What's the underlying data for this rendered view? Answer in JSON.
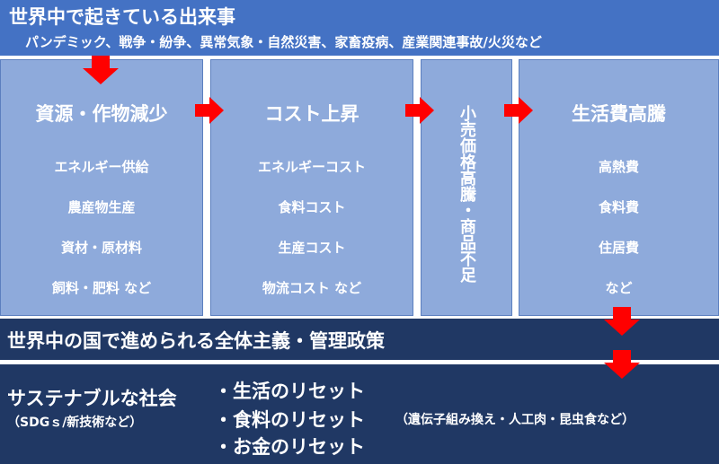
{
  "header": {
    "title": "世界中で起きている出来事",
    "subtitle": "パンデミック、戦争・紛争、異常気象・自然災害、家畜疫病、産業関連事故/火災など"
  },
  "boxes": [
    {
      "title": "資源・作物減少",
      "items": [
        "エネルギー供給",
        "農産物生産",
        "資材・原材料",
        "飼料・肥料 など"
      ]
    },
    {
      "title": "コスト上昇",
      "items": [
        "エネルギーコスト",
        "食料コスト",
        "生産コスト",
        "物流コスト など"
      ]
    },
    {
      "title": "小売価格高騰・商品不足"
    },
    {
      "title": "生活費高騰",
      "items": [
        "高熱費",
        "食料費",
        "住居費",
        "など"
      ]
    }
  ],
  "policy": "世界中の国で進められる全体主義・管理政策",
  "bottom": {
    "title": "サステナブルな社会",
    "note": "（SDGｓ/新技術など）",
    "resets": [
      "・生活のリセット",
      "・食料のリセット",
      "・お金のリセット"
    ],
    "food_note": "（遺伝子組み換え・人工肉・昆虫食など）"
  },
  "colors": {
    "header": "#4472c4",
    "box": "#8eaadb",
    "dark": "#203864",
    "arrow": "#ff0000"
  }
}
